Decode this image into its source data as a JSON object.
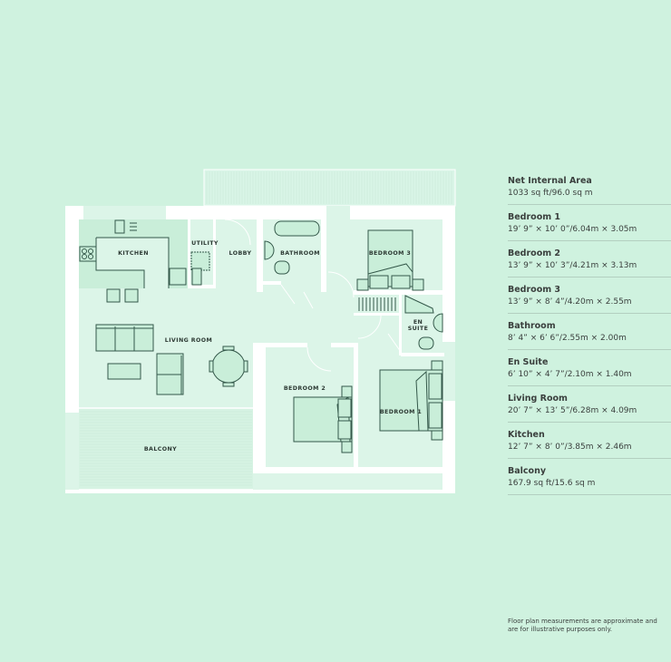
{
  "rooms_labels": {
    "kitchen": "KITCHEN",
    "utility": "UTILITY",
    "lobby": "LOBBY",
    "bathroom": "BATHROOM",
    "bedroom3": "BEDROOM 3",
    "en_suite_1": "EN",
    "en_suite_2": "SUITE",
    "living_room": "LIVING ROOM",
    "bedroom2": "BEDROOM 2",
    "bedroom1": "BEDROOM 1",
    "balcony": "BALCONY"
  },
  "areas": [
    {
      "name": "Net Internal Area",
      "value": "1033 sq ft/96.0 sq m"
    },
    {
      "name": "Bedroom 1",
      "value": "19’ 9” × 10’ 0”/6.04m × 3.05m"
    },
    {
      "name": "Bedroom 2",
      "value": "13’ 9” × 10’ 3”/4.21m × 3.13m"
    },
    {
      "name": "Bedroom 3",
      "value": "13’ 9” × 8’ 4”/4.20m × 2.55m"
    },
    {
      "name": "Bathroom",
      "value": "8’ 4” × 6’ 6”/2.55m × 2.00m"
    },
    {
      "name": "En Suite",
      "value": "6’ 10” × 4’ 7”/2.10m × 1.40m"
    },
    {
      "name": "Living Room",
      "value": "20’ 7” × 13’ 5”/6.28m × 4.09m"
    },
    {
      "name": "Kitchen",
      "value": "12’ 7” × 8’ 0”/3.85m × 2.46m"
    },
    {
      "name": "Balcony",
      "value": "167.9 sq ft/15.6 sq m"
    }
  ],
  "footnote": "Floor plan measurements are approximate and are for illustrative purposes only."
}
